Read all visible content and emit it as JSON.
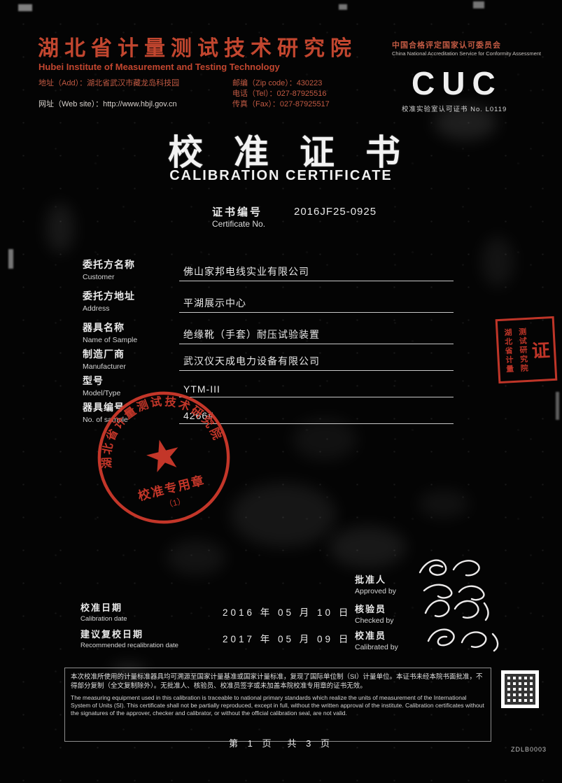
{
  "header": {
    "institute_cn": "湖北省计量测试技术研究院",
    "institute_en": "Hubei Institute of Measurement and Testing Technology",
    "address": "地址（Add）：湖北省武汉市藏龙岛科技园",
    "zip": "邮编（Zip code）：430223",
    "tel": "电话（Tel）：027-87925516",
    "web": "网址（Web site）：http://www.hbjl.gov.cn",
    "fax": "传真（Fax）：027-87925517",
    "accreditation_cn": "中国合格评定国家认可委员会",
    "accreditation_en": "China National Accreditation Service for Conformity Assessment",
    "logo_text": "CUC",
    "logo_sub": "校准实验室认可证书 No. L0119"
  },
  "title": {
    "cn": "校准证书",
    "en": "CALIBRATION CERTIFICATE"
  },
  "certificate": {
    "label_cn": "证书编号",
    "label_en": "Certificate No.",
    "number": "2016JF25-0925"
  },
  "fields": [
    {
      "cn": "委托方名称",
      "en": "Customer",
      "value": "佛山家邦电线实业有限公司"
    },
    {
      "cn": "委托方地址",
      "en": "Address",
      "value": "平湖展示中心"
    },
    {
      "cn": "器具名称",
      "en": "Name of Sample",
      "value": "绝缘靴（手套）耐压试验装置"
    },
    {
      "cn": "制造厂商",
      "en": "Manufacturer",
      "value": "武汉仪天成电力设备有限公司"
    },
    {
      "cn": "型号",
      "en": "Model/Type",
      "value": "YTM-III"
    },
    {
      "cn": "器具编号",
      "en": "No. of sample",
      "value": "4266#"
    }
  ],
  "stamps": {
    "round_circle_text": "湖北省计量测试技术研究院",
    "round_label": "校准专用章",
    "round_sub": "（1）",
    "rect_col1": "湖北省计量",
    "rect_col2": "测试研究院",
    "rect_big": "证",
    "stamp_red": "#cf3a2c"
  },
  "signoff": {
    "approved_cn": "批准人",
    "approved_en": "Approved by",
    "checked_cn": "核验员",
    "checked_en": "Checked by",
    "calibrated_cn": "校准员",
    "calibrated_en": "Calibrated by"
  },
  "dates": {
    "cal_cn": "校准日期",
    "cal_en": "Calibration date",
    "cal_value": "2016 年 05 月 10 日",
    "recal_cn": "建议复校日期",
    "recal_en": "Recommended recalibration date",
    "recal_value": "2017 年 05 月 09 日"
  },
  "disclaimer": {
    "cn": "本次校准所使用的计量标准器具均可溯源至国家计量基准或国家计量标准，复现了国际单位制（SI）计量单位。本证书未经本院书面批准，不得部分复制（全文复制除外）。无批准人、核验员、校准员签字或未加盖本院校准专用章的证书无效。",
    "en": "The measuring equipment used in this calibration is traceable to national primary standards which realize the units of measurement of the International System of Units (SI). This certificate shall not be partially reproduced, except in full, without the written approval of the institute. Calibration certificates without the signatures of the approver, checker and calibrator, or without the official calibration seal, are not valid."
  },
  "footer": {
    "page_text": "第 1 页　共 3 页",
    "code": "ZDLB0003"
  }
}
